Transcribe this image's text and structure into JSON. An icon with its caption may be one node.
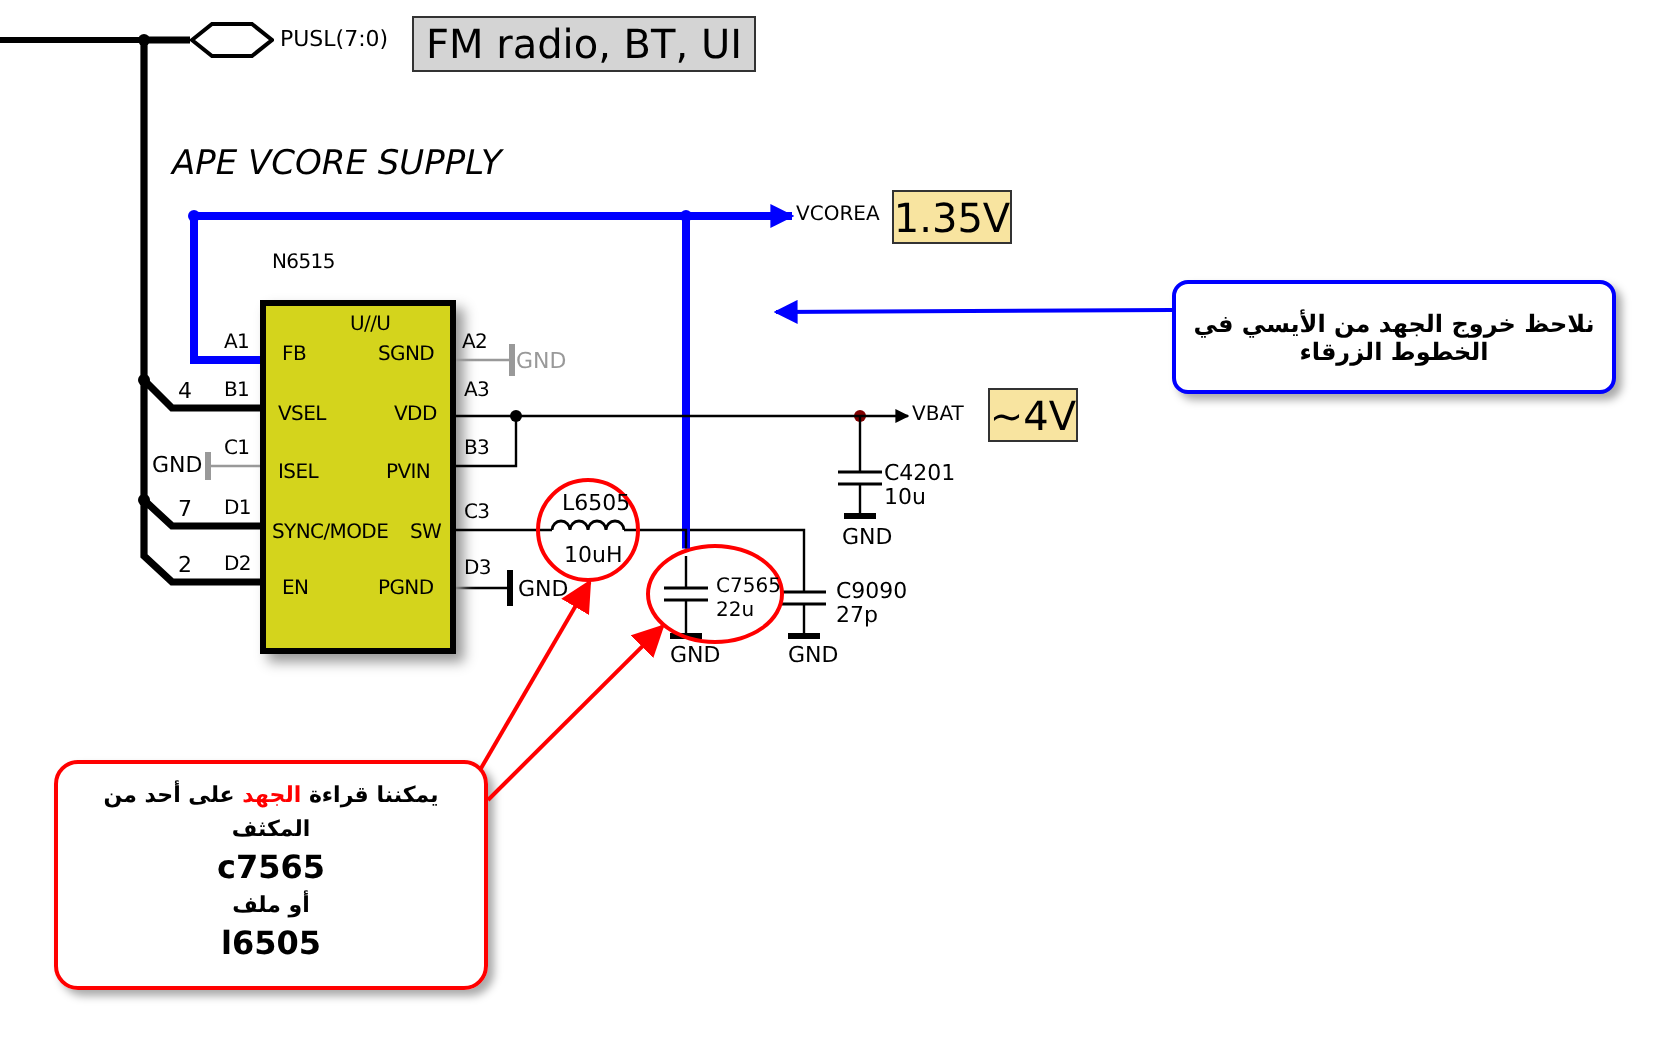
{
  "diagram": {
    "title": "APE VCORE SUPPLY",
    "nodes": [
      {
        "text": [
          "FM radio, BT, UI"
        ]
      },
      {
        "text": [
          "1.35V"
        ]
      },
      {
        "text": [
          "~4V"
        ]
      },
      {
        "text": [
          "نلاحظ خروج الجهد من الأيسي في الخطوط الزرقاء"
        ]
      },
      {
        "text": [
          "يمكننا قراءة **الجهد** على أحد من المكثف",
          "c7565",
          "أو ملف",
          "l6505"
        ]
      },
      {
        "text": [
          "U//U",
          "FB",
          "SGND",
          "VSEL",
          "VDD",
          "ISEL",
          "PVIN",
          "SYNC/MODE",
          "SW",
          "EN",
          "PGND"
        ],
        "beside": [
          "N6515",
          "A1",
          "A2",
          "B1",
          "A3",
          "C1",
          "B3",
          "D1",
          "C3",
          "D2",
          "D3"
        ]
      },
      {
        "text": [
          "L6505",
          "10uH"
        ]
      },
      {
        "text": [
          "C7565",
          "22u"
        ]
      },
      {
        "text": [
          "PUSL(7:0)"
        ]
      },
      {
        "text": [
          "VCOREA"
        ]
      },
      {
        "text": [
          "VBAT"
        ]
      }
    ],
    "edges": [
      {
        "from": 3,
        "to": null,
        "arrow": "to",
        "color": "#0000ff"
      },
      {
        "from": 4,
        "to": 6,
        "arrow": "to",
        "color": "#ff0000"
      },
      {
        "from": 4,
        "to": 7,
        "arrow": "to",
        "color": "#ff0000"
      },
      {
        "from": 8,
        "to": 5,
        "arrow": "none",
        "style": "thick"
      },
      {
        "from": 5,
        "to": 9,
        "arrow": "to",
        "style": "thick",
        "color": "#0000ff"
      },
      {
        "from": 5,
        "to": 7,
        "arrow": "none",
        "style": "thick",
        "color": "#0000ff"
      },
      {
        "from": 5,
        "to": 10,
        "arrow": "to"
      },
      {
        "from": 5,
        "to": 6,
        "arrow": "none"
      },
      {
        "from": 6,
        "to": 7,
        "arrow": "none"
      }
    ],
    "labels": [
      "GND",
      "4",
      "GND",
      "C4201",
      "10u",
      "7",
      "GND",
      "2",
      "GND",
      "C9090",
      "27p",
      "GND",
      "GND"
    ]
  }
}
